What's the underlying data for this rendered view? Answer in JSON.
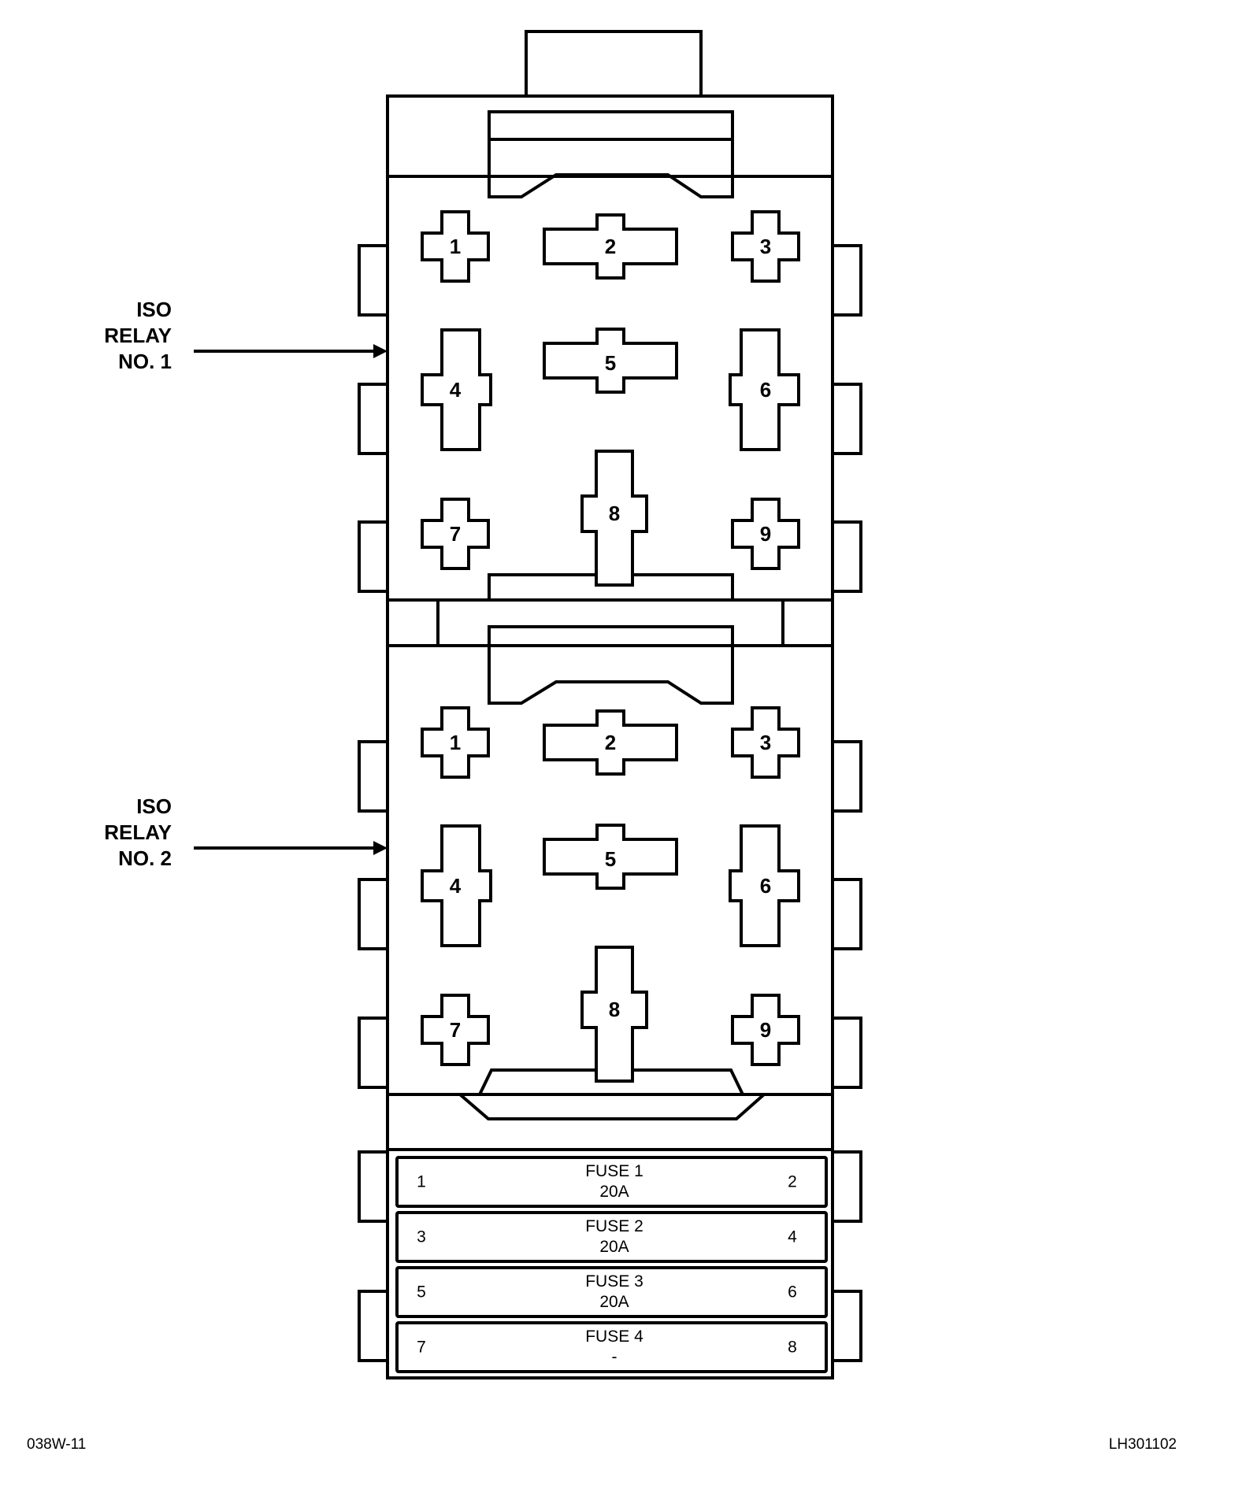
{
  "relays": [
    {
      "label_lines": [
        "ISO",
        "RELAY",
        "NO. 1"
      ],
      "pins": [
        "1",
        "2",
        "3",
        "4",
        "5",
        "6",
        "7",
        "8",
        "9"
      ]
    },
    {
      "label_lines": [
        "ISO",
        "RELAY",
        "NO. 2"
      ],
      "pins": [
        "1",
        "2",
        "3",
        "4",
        "5",
        "6",
        "7",
        "8",
        "9"
      ]
    }
  ],
  "fuses": [
    {
      "name": "FUSE 1",
      "rating": "20A",
      "left_pin": "1",
      "right_pin": "2"
    },
    {
      "name": "FUSE 2",
      "rating": "20A",
      "left_pin": "3",
      "right_pin": "4"
    },
    {
      "name": "FUSE 3",
      "rating": "20A",
      "left_pin": "5",
      "right_pin": "6"
    },
    {
      "name": "FUSE 4",
      "rating": "-",
      "left_pin": "7",
      "right_pin": "8"
    }
  ],
  "footer": {
    "left_code": "038W-11",
    "right_code": "LH301102"
  }
}
